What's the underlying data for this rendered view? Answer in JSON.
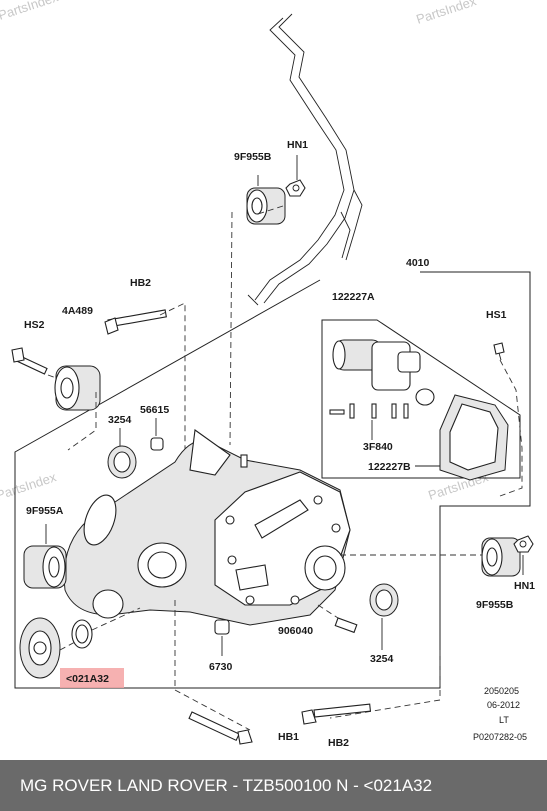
{
  "watermarks": [
    "PartsIndex",
    "PartsIndex",
    "PartsIndex",
    "PartsIndex"
  ],
  "labels": {
    "9F955B_top": "9F955B",
    "HN1_top": "HN1",
    "4010": "4010",
    "HB2_left": "HB2",
    "4A489": "4A489",
    "HS2": "HS2",
    "122227A": "122227A",
    "HS1": "HS1",
    "3254_left": "3254",
    "56615": "56615",
    "3F840": "3F840",
    "122227B": "122227B",
    "9F955A": "9F955A",
    "9F955B_right": "9F955B",
    "HN1_right": "HN1",
    "906040": "906040",
    "3254_right": "3254",
    "6730": "6730",
    "021A32": "<021A32",
    "HB1": "HB1",
    "HB2_bottom": "HB2"
  },
  "info": {
    "line1": "2050205",
    "line2": "06-2012",
    "line3": "LT",
    "line4": "P0207282-05"
  },
  "footer": {
    "text": "MG ROVER LAND ROVER - TZB500100     N - <021A32"
  },
  "colors": {
    "highlight": "#f4a3a3",
    "footer_bg": "#6a6a6a"
  }
}
